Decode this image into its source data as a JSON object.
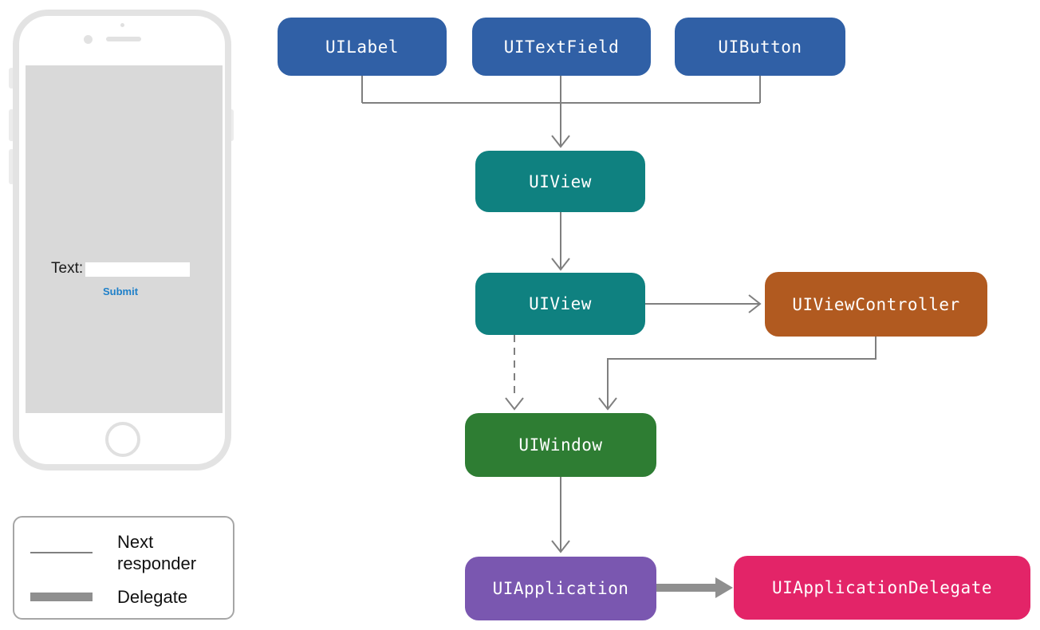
{
  "diagram": {
    "label_color": "#FFFFFF",
    "line_color": "#7F7F7F",
    "delegate_color": "#8F8F8F",
    "nodes": {
      "uilabel": {
        "label": "UILabel",
        "color": "#3060A6"
      },
      "uitextfield": {
        "label": "UITextField",
        "color": "#3060A6"
      },
      "uibutton": {
        "label": "UIButton",
        "color": "#3060A6"
      },
      "uiview1": {
        "label": "UIView",
        "color": "#0F8180"
      },
      "uiview2": {
        "label": "UIView",
        "color": "#0F8180"
      },
      "uiviewcontroller": {
        "label": "UIViewController",
        "color": "#B15A20"
      },
      "uiwindow": {
        "label": "UIWindow",
        "color": "#2E7D33"
      },
      "uiapplication": {
        "label": "UIApplication",
        "color": "#7A57B0"
      },
      "uiapplicationdelegate": {
        "label": "UIApplicationDelegate",
        "color": "#E32468"
      }
    }
  },
  "phone": {
    "label_text": "Text:",
    "input_value": "",
    "submit_label": "Submit",
    "submit_color": "#1F80C9"
  },
  "legend": {
    "thin_color": "#808080",
    "thick_color": "#8F8F8F",
    "items": [
      {
        "label": "Next responder"
      },
      {
        "label": "Delegate"
      }
    ]
  }
}
